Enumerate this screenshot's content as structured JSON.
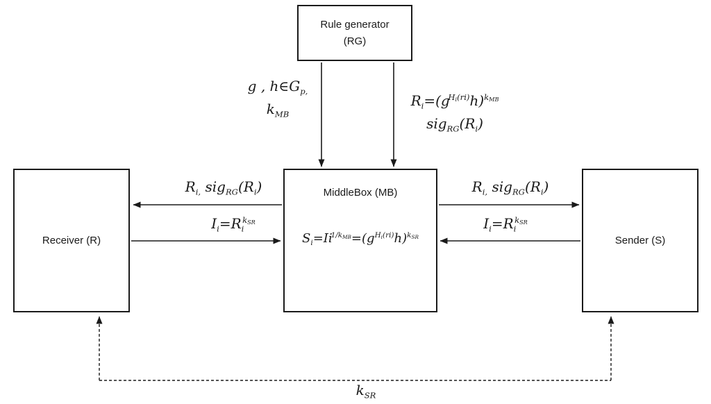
{
  "diagram": {
    "nodes": {
      "rule_generator": {
        "line1": "Rule generator",
        "line2": "(RG)"
      },
      "middlebox": {
        "title": "MiddleBox (MB)",
        "formula": "S_{i}=Ii^{1/k_{MB}}=(g^{H_{i}(ri)}h)^{k_{SR}}"
      },
      "receiver": {
        "label": "Receiver (R)"
      },
      "sender": {
        "label": "Sender (S)"
      }
    },
    "edge_labels": {
      "rg_params_line1": "g , h∈G_{p,}",
      "rg_params_line2": "k_{MB}",
      "rg_rule_line1": "R_{i}=(g^{H_{i}(ri)}h)^{k_{MB}}",
      "rg_rule_line2": "sig_{RG}(R_{i})",
      "mb_to_receiver": "R_{i,} sig_{RG}(R_{i})",
      "receiver_to_mb": "I_{i}=R_{i}^{k_{SR}}",
      "mb_to_sender": "R_{i,} sig_{RG}(R_{i})",
      "sender_to_mb": "I_{i}=R_{i}^{k_{SR}}",
      "shared_key": "k_{SR}"
    },
    "colors": {
      "line": "#1a1a1a",
      "background": "#ffffff",
      "text": "#1a1a1a"
    }
  }
}
